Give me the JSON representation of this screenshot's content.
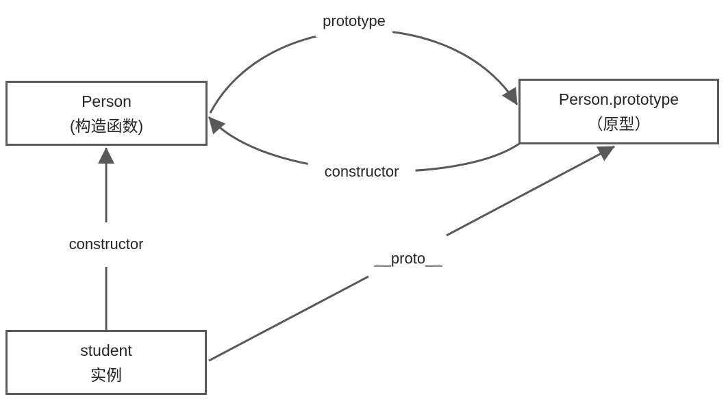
{
  "colors": {
    "background": "#ffffff",
    "node_border": "#595959",
    "node_fill": "#ffffff",
    "edge_stroke": "#595959",
    "text": "#262626"
  },
  "nodes": {
    "person": {
      "title": "Person",
      "subtitle": "(构造函数)"
    },
    "person_prototype": {
      "title": "Person.prototype",
      "subtitle": "（原型）"
    },
    "student": {
      "title": "student",
      "subtitle": "实例"
    }
  },
  "edges": {
    "prototype": {
      "label": "prototype",
      "from": "Person",
      "to": "Person.prototype"
    },
    "constructor_from_prototype": {
      "label": "constructor",
      "from": "Person.prototype",
      "to": "Person"
    },
    "constructor_from_student": {
      "label": "constructor",
      "from": "student",
      "to": "Person"
    },
    "proto": {
      "label": "__proto__",
      "from": "student",
      "to": "Person.prototype"
    }
  }
}
